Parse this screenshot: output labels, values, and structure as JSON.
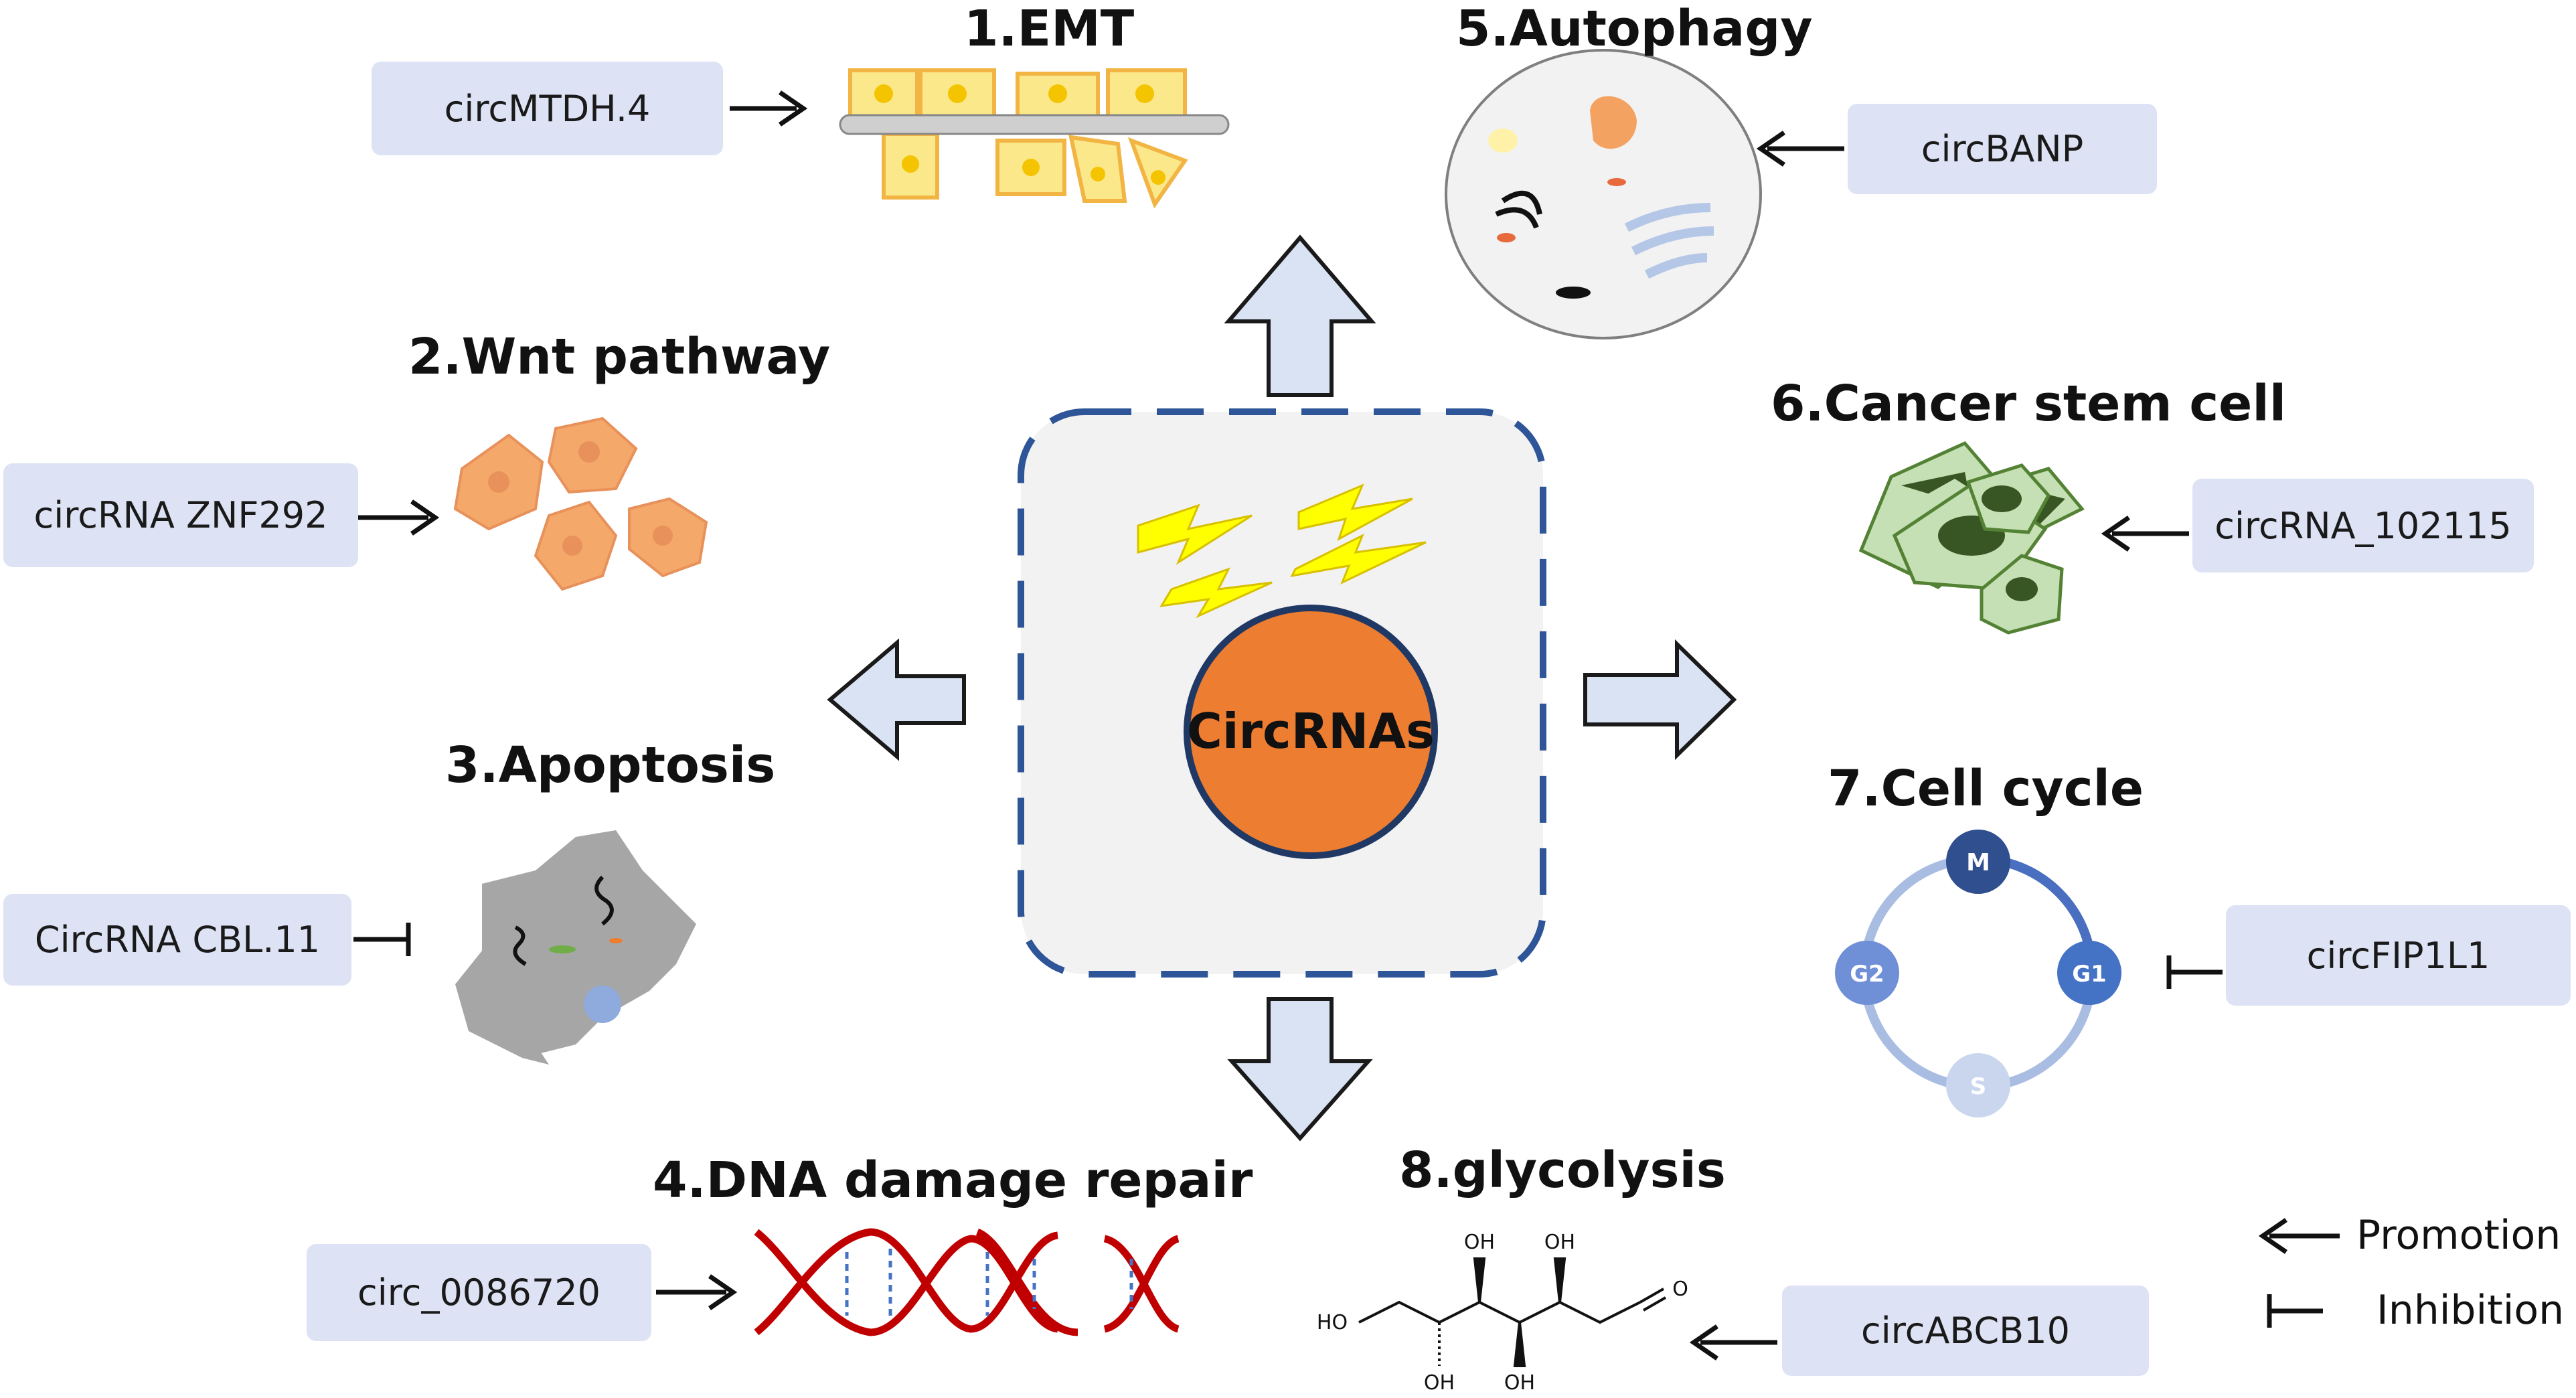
{
  "center": {
    "label": "CircRNAs"
  },
  "processes": [
    {
      "title": "1.EMT",
      "regulator": "circMTDH.4"
    },
    {
      "title": "2.Wnt pathway",
      "regulator": "circRNA ZNF292"
    },
    {
      "title": "3.Apoptosis",
      "regulator": "CircRNA CBL.11"
    },
    {
      "title": "4.DNA damage repair",
      "regulator": "circ_0086720"
    },
    {
      "title": "5.Autophagy",
      "regulator": "circBANP"
    },
    {
      "title": "6.Cancer stem cell",
      "regulator": "circRNA_102115"
    },
    {
      "title": "7.Cell cycle",
      "regulator": "circFIP1L1"
    },
    {
      "title": "8.glycolysis",
      "regulator": "circABCB10"
    }
  ],
  "cell_cycle": {
    "phases": [
      "M",
      "G1",
      "S",
      "G2"
    ]
  },
  "glycolysis_labels": {
    "oh": "OH",
    "ho": "HO",
    "o": "O"
  },
  "legend": {
    "promotion": "Promotion",
    "inhibition": "Inhibition"
  },
  "colors": {
    "box": "#dde3f4",
    "center_circle": "#ed7d31",
    "dash_border": "#2e5597",
    "arrow_fill": "#dae3f3"
  }
}
